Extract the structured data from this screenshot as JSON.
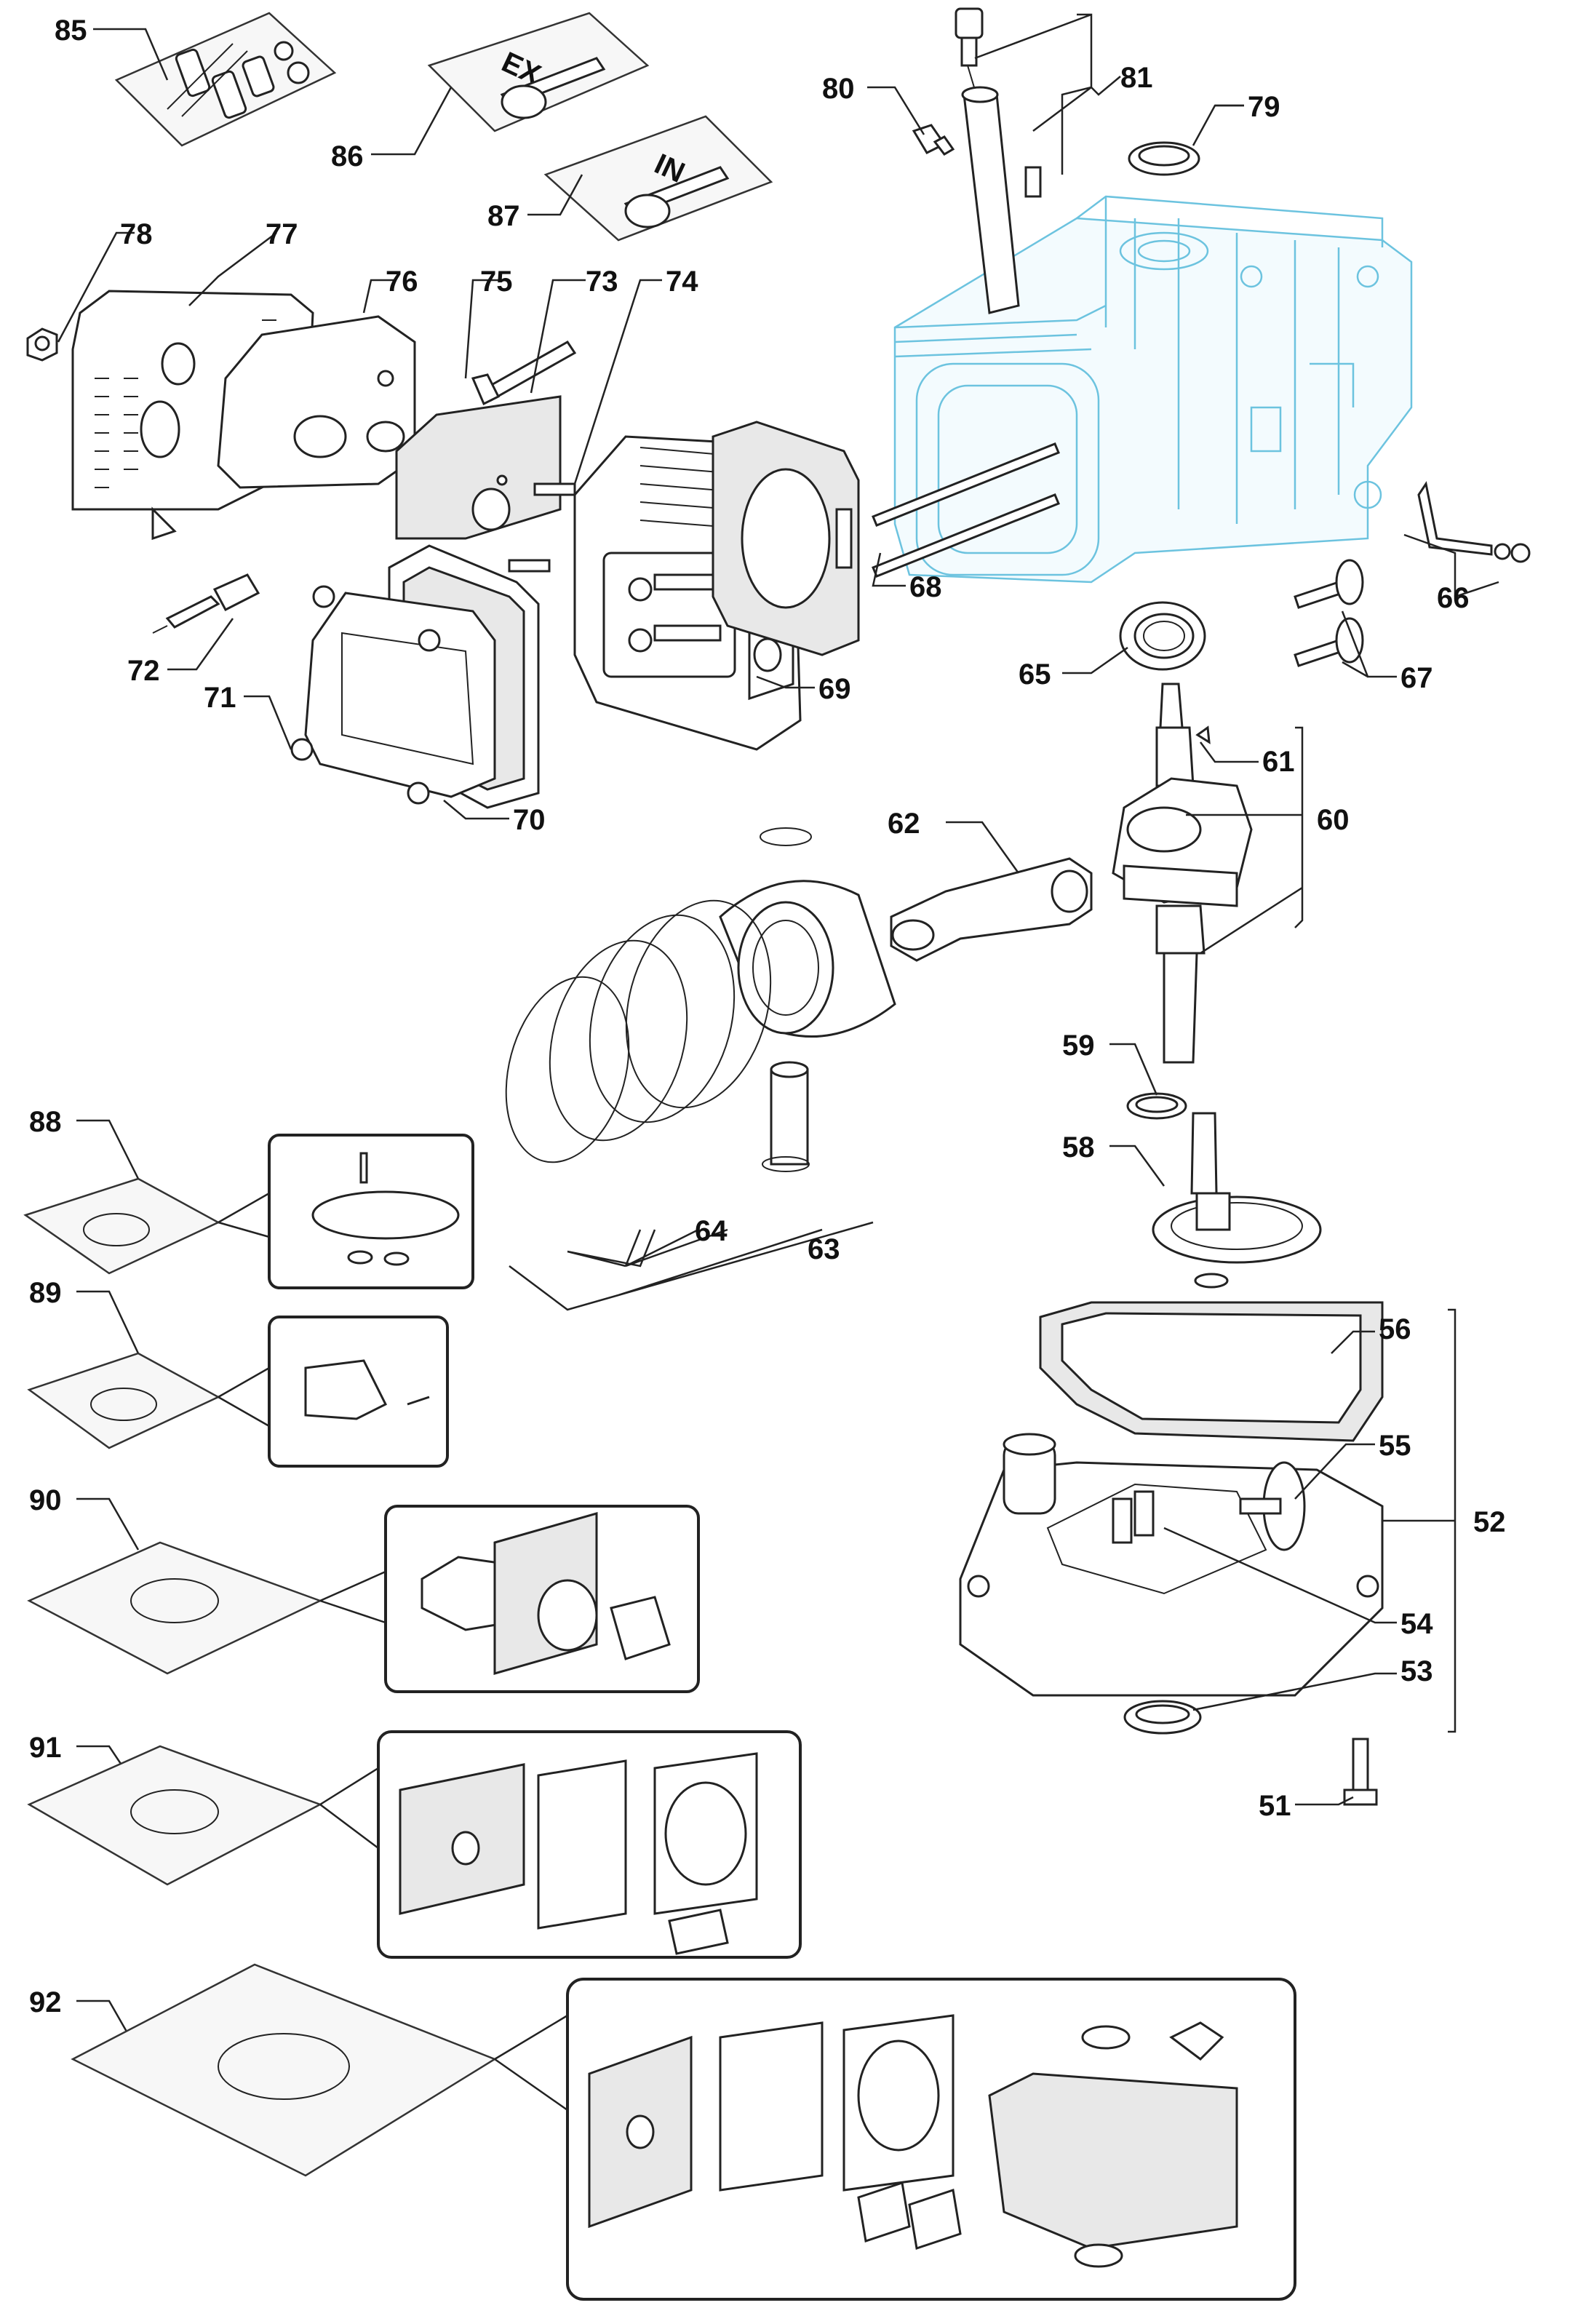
{
  "diagram": {
    "labels": [
      "51",
      "52",
      "53",
      "54",
      "55",
      "56",
      "58",
      "59",
      "60",
      "61",
      "62",
      "63",
      "64",
      "65",
      "66",
      "67",
      "68",
      "69",
      "70",
      "71",
      "72",
      "73",
      "74",
      "75",
      "76",
      "77",
      "78",
      "79",
      "80",
      "81",
      "85",
      "86",
      "87",
      "88",
      "89",
      "90",
      "91",
      "92"
    ],
    "bag_labels": {
      "exhaust_valve": "EX",
      "intake_valve": "IN"
    },
    "colors": {
      "line": "#222222",
      "crankcase_outline": "#6cc3df",
      "background": "#ffffff"
    }
  }
}
